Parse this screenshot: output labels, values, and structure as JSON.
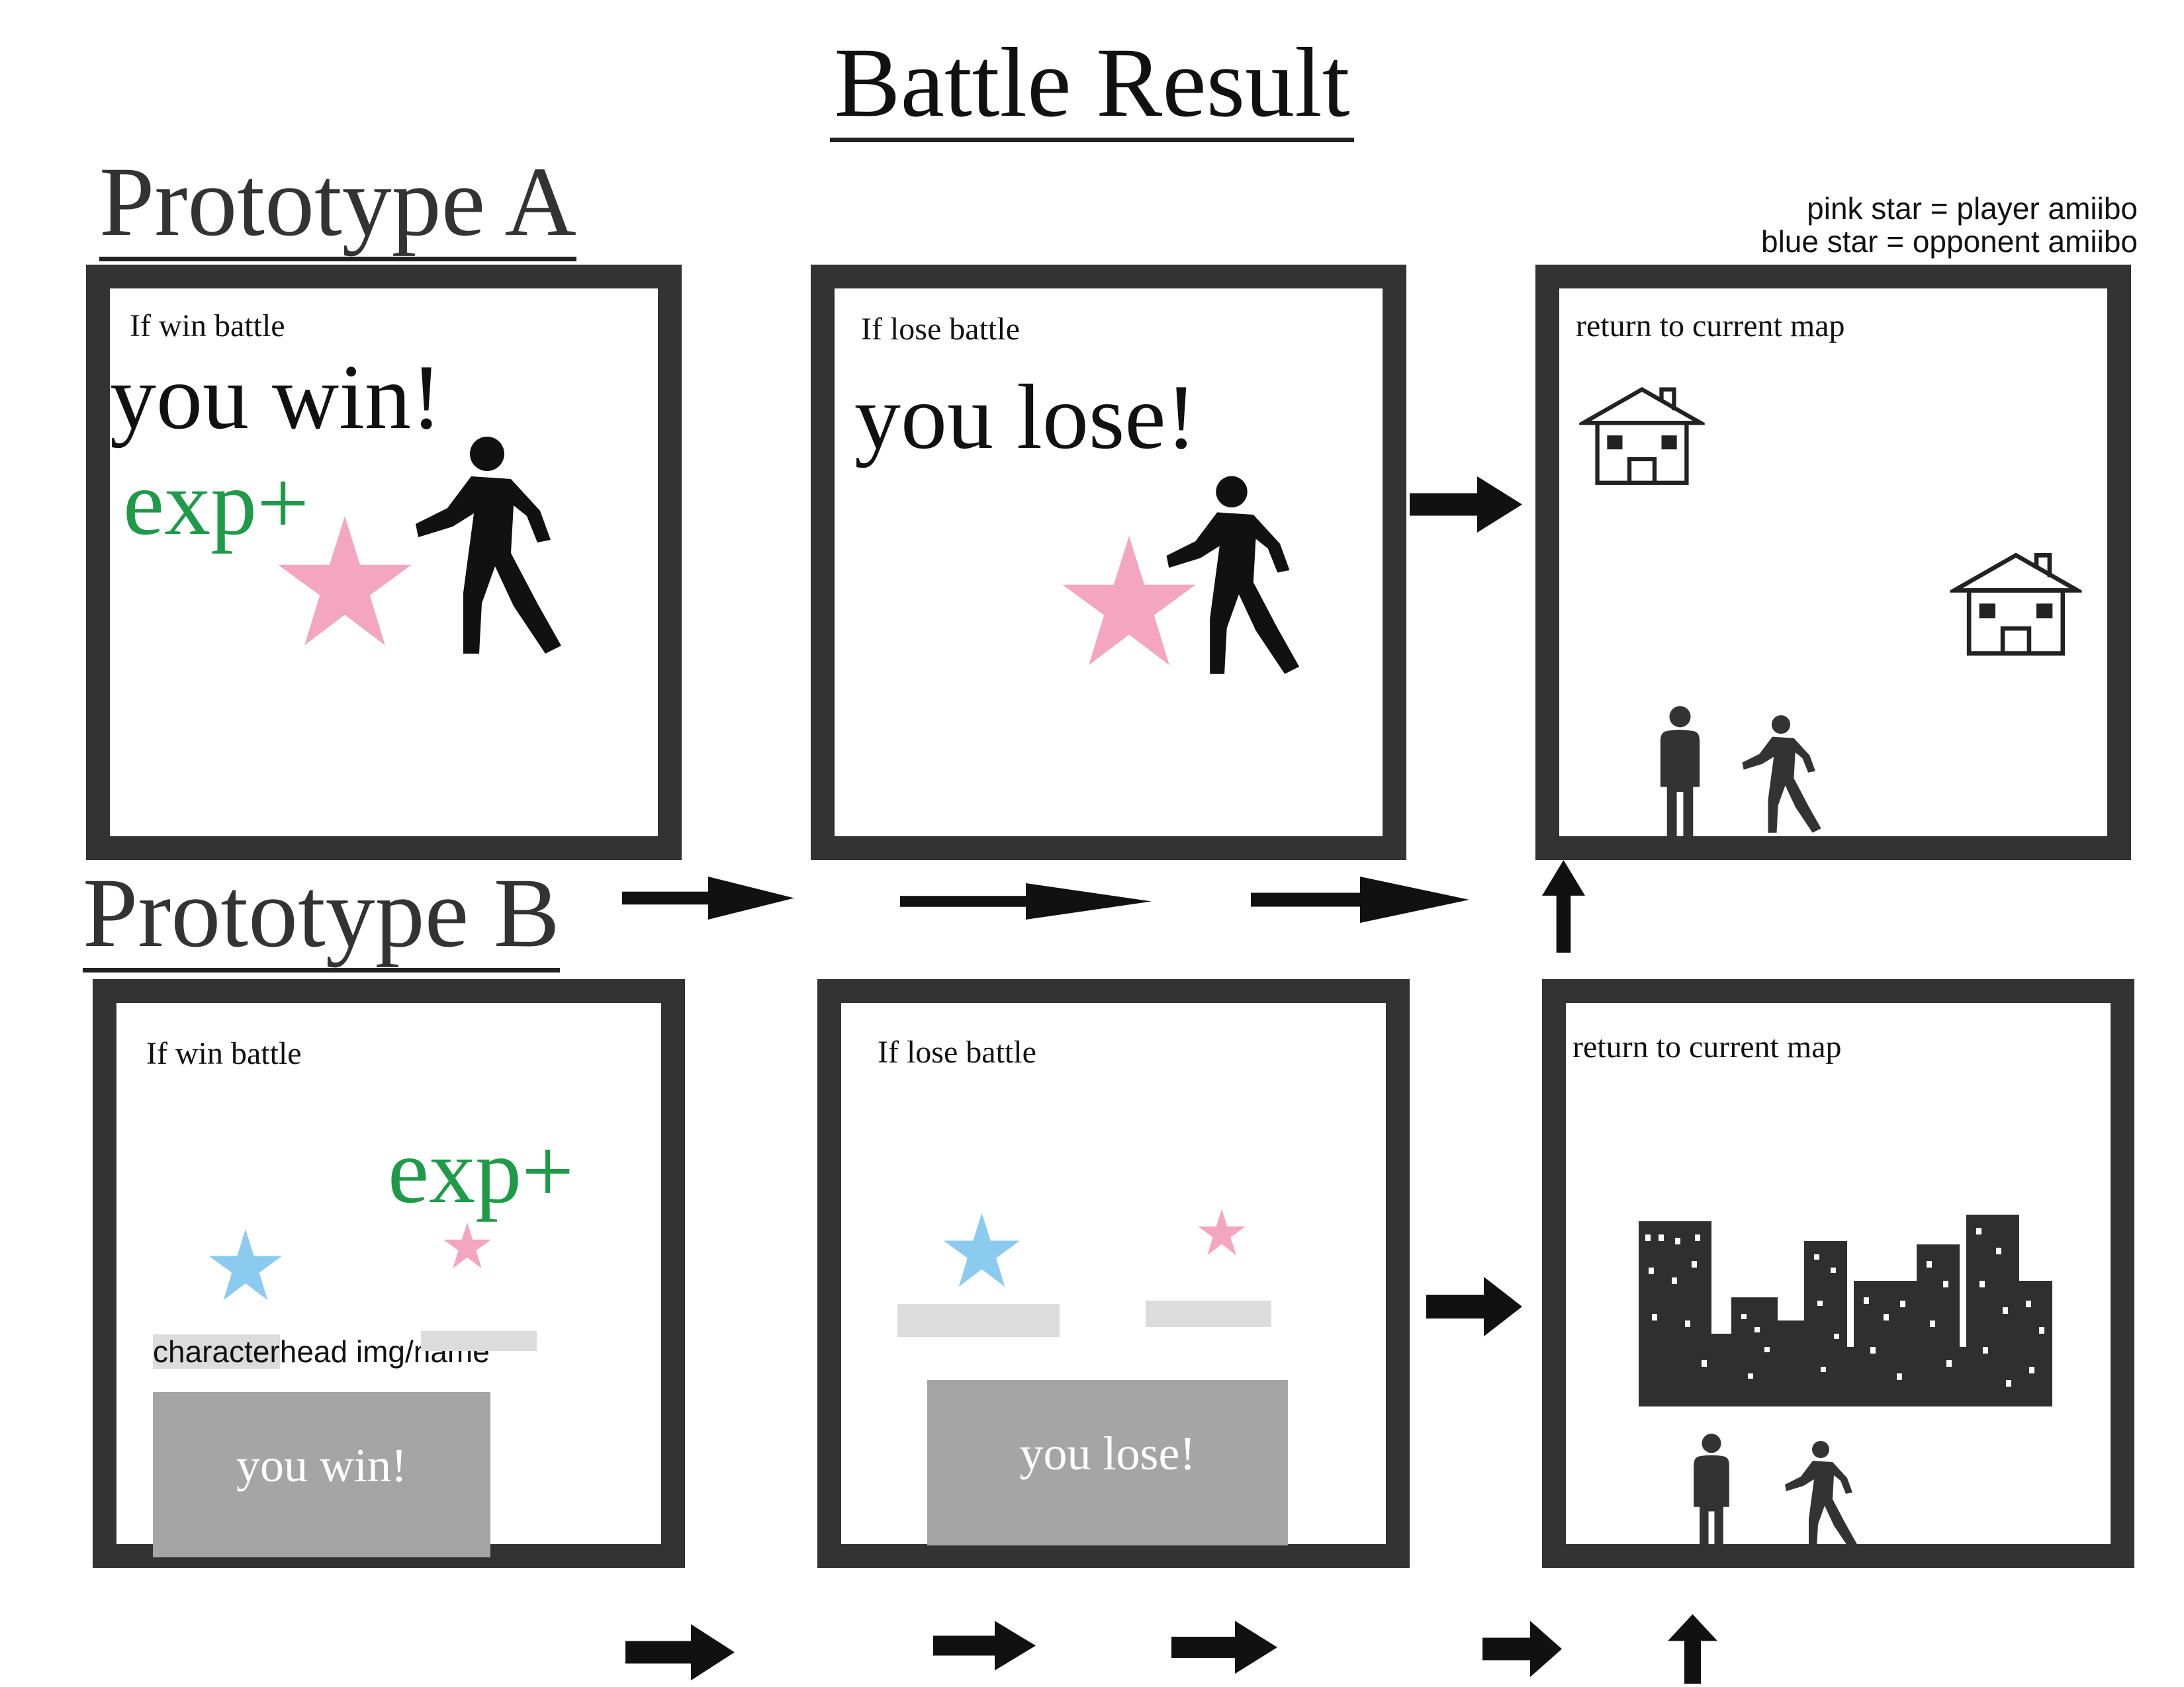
{
  "title": "Battle Result",
  "prototype_a": {
    "label": "Prototype A",
    "win_panel": {
      "caption": "If win battle",
      "headline": "you win!",
      "exp": "exp+"
    },
    "lose_panel": {
      "caption": "If lose battle",
      "headline": "you lose!"
    },
    "map_panel": {
      "caption": "return to current map"
    }
  },
  "prototype_b": {
    "label": "Prototype B",
    "win_panel": {
      "caption": "If win battle",
      "exp": "exp+",
      "char_label_a": "character",
      "char_label_b": "head img/name",
      "result": "you win!"
    },
    "lose_panel": {
      "caption": "If lose battle",
      "result": "you lose!"
    },
    "map_panel": {
      "caption": "return to current map"
    }
  },
  "legend": {
    "line1": "pink star = player amiibo",
    "line2": "blue star = opponent amiibo"
  },
  "colors": {
    "frame": "#333333",
    "pink_star": "#f4a6c1",
    "blue_star": "#8ccbf0",
    "exp_green": "#1f9a48",
    "grey_box": "#a5a5a5"
  }
}
